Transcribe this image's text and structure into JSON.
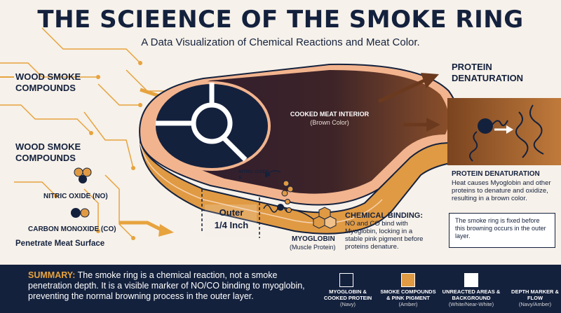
{
  "title": "THE SCIEENCE OF THE SMOKE RING",
  "subtitle": "A Data Visualization of Chemical Reactions and Meat Color.",
  "left": {
    "wood_smoke_1": "WOOD SMOKE COMPOUNDS",
    "wood_smoke_2": "WOOD SMOKE COMPOUNDS",
    "nitric_oxide": "NITRIC OXIDE (NO)",
    "carbon_monoxide": "CARBON MONOXIDE (CO)",
    "penetrate": "Penetrate Meat Surface"
  },
  "meat": {
    "interior_label": "COOKED MEAT INTERIOR",
    "interior_sub": "(Brown Color)",
    "nitric_small": "NITRIC OXIDE &",
    "outer_label_1": "Outer",
    "outer_label_2": "1/4 Inch"
  },
  "myoglobin": {
    "label": "MYOGLOBIN",
    "sub": "(Muscle Protein)"
  },
  "binding": {
    "title": "CHEMICAL BINDING:",
    "text": "NO and CO bind with Myoglobin, locking in a stable pink pigment before proteins denature."
  },
  "right": {
    "header": "PROTEIN DENATURATION",
    "title2": "PROTEIN DENATURATION",
    "text": "Heat causes Myoglobin and other proteins to denature and oxidize, resulting in a brown color.",
    "box_text": "The smoke ring is fixed before this browning occurs in the outer layer."
  },
  "summary": {
    "lead": "SUMMARY:",
    "text": " The smoke ring is a chemical reaction, not a smoke penetration depth. It is a visible marker of NO/CO binding to myoglobin, preventing the normal browning process in the outer layer."
  },
  "legend": [
    {
      "label": "MYOGLOBIN & COOKED PROTEIN",
      "sub": "(Navy)",
      "color": "#14213d"
    },
    {
      "label": "SMOKE COMPOUNDS & PINK PIGMENT",
      "sub": "(Amber)",
      "color": "#e09a43"
    },
    {
      "label": "UNREACTED AREAS & BACKGROUND",
      "sub": "(White/Near-White)",
      "color": "#ffffff"
    },
    {
      "label": "DEPTH MARKER & FLOW",
      "sub": "(Navy/Amber)",
      "color": "none"
    }
  ],
  "colors": {
    "navy": "#14213d",
    "amber": "#e09a43",
    "brown": "#6b3a1e",
    "background": "#f6f1ea"
  }
}
